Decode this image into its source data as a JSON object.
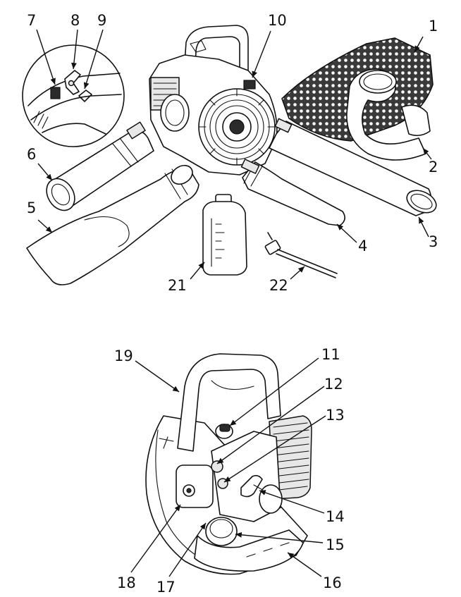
{
  "figure_top": {
    "labels": [
      "1",
      "2",
      "3",
      "4",
      "5",
      "6",
      "7",
      "8",
      "9",
      "10",
      "21",
      "22"
    ]
  },
  "figure_bottom": {
    "labels": [
      "11",
      "12",
      "13",
      "14",
      "15",
      "16",
      "17",
      "18",
      "19"
    ]
  }
}
